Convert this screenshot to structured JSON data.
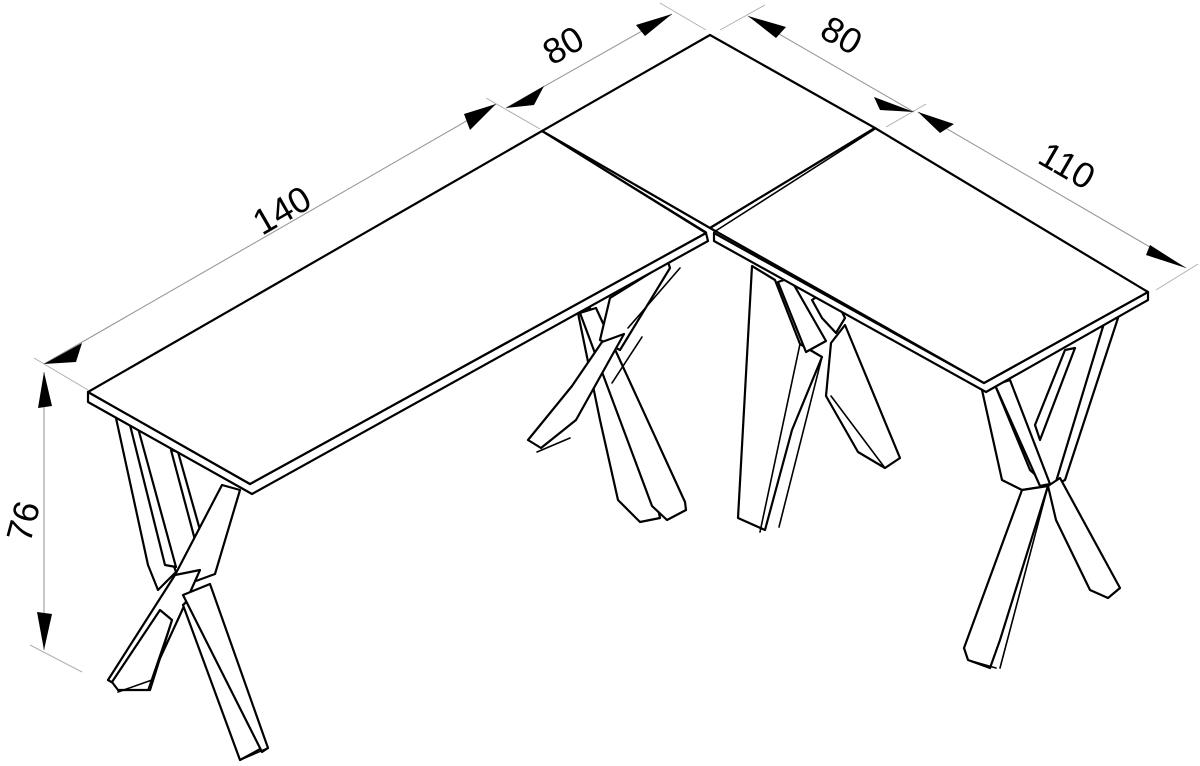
{
  "diagram": {
    "type": "isometric technical line drawing",
    "subject": "L-shaped corner desk with X-shaped legs",
    "units": "cm",
    "colors": {
      "line": "#000000",
      "dimension_line": "#9a9a9a",
      "background": "#ffffff"
    },
    "dimensions": {
      "left_length": "140",
      "left_depth": "80",
      "right_depth": "80",
      "right_length": "110",
      "height": "76"
    },
    "parts": [
      {
        "name": "left tabletop panel",
        "length": "140",
        "depth": "80"
      },
      {
        "name": "corner tabletop panel",
        "size": "80 x 80"
      },
      {
        "name": "right tabletop panel",
        "length": "110",
        "depth": "80"
      },
      {
        "name": "X-legs",
        "count": 4
      }
    ]
  }
}
